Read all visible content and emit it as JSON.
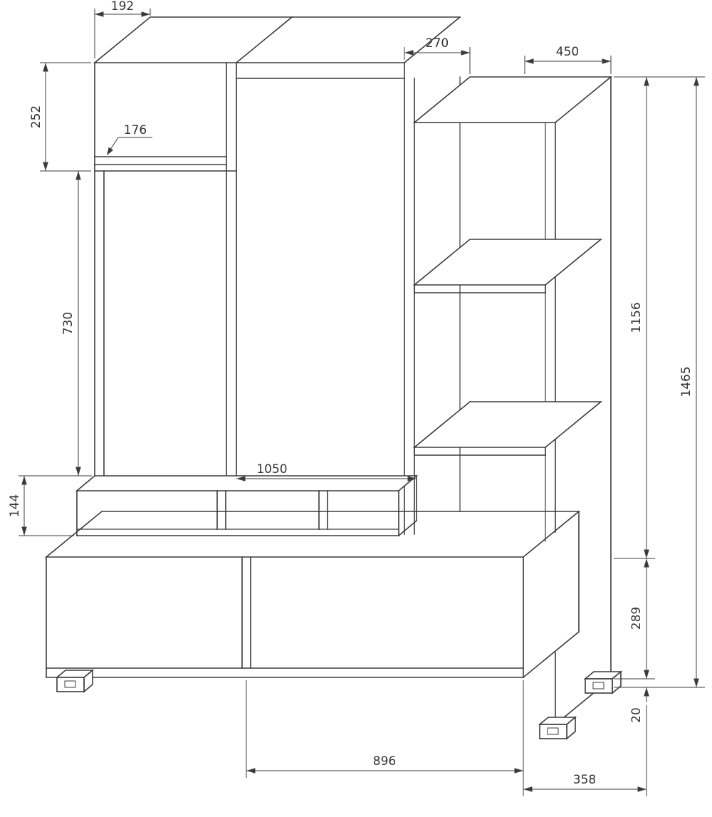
{
  "drawing": {
    "background": "#ffffff",
    "line_color": "#3b3b3b",
    "label_color": "#333333",
    "dimensions": {
      "top_shelf_width": "192",
      "upper_left_section_height": "252",
      "upper_shelf_depth": "176",
      "right_cabinet_top_depth": "270",
      "right_cabinet_top_width": "450",
      "middle_open_section_height": "730",
      "tv_niche_width": "1050",
      "media_shelf_height": "144",
      "right_cabinet_height": "1156",
      "total_height": "1465",
      "base_cabinet_height": "289",
      "foot_height": "20",
      "base_width": "896",
      "right_section_depth": "358"
    }
  }
}
